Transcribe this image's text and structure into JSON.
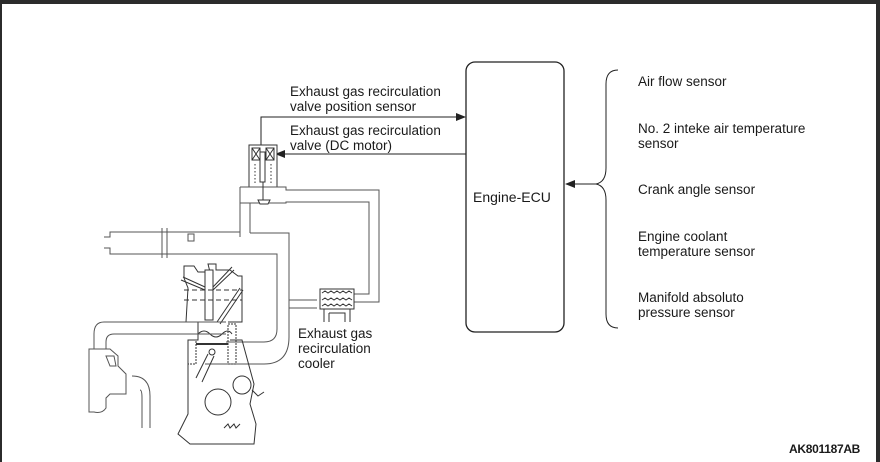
{
  "diagram": {
    "ecu_label": "Engine-ECU",
    "signals_out": [
      {
        "line1": "Exhaust gas recirculation",
        "line2": "valve position sensor",
        "direction": "to-ecu"
      },
      {
        "line1": "Exhaust gas recirculation",
        "line2": "valve (DC motor)",
        "direction": "from-ecu"
      }
    ],
    "sensors": [
      {
        "line1": "Air flow sensor",
        "line2": ""
      },
      {
        "line1": "No. 2 inteke air temperature",
        "line2": "sensor"
      },
      {
        "line1": "Crank angle sensor",
        "line2": ""
      },
      {
        "line1": "Engine coolant",
        "line2": "temperature sensor"
      },
      {
        "line1": "Manifold absoluto",
        "line2": "pressure sensor"
      }
    ],
    "cooler_label": {
      "line1": "Exhaust gas",
      "line2": "recirculation",
      "line3": "cooler"
    },
    "figure_code": "AK801187AB"
  },
  "colors": {
    "frame": "#2b2b2b",
    "line": "#333333",
    "pipe": "#555555",
    "background": "#ffffff"
  }
}
